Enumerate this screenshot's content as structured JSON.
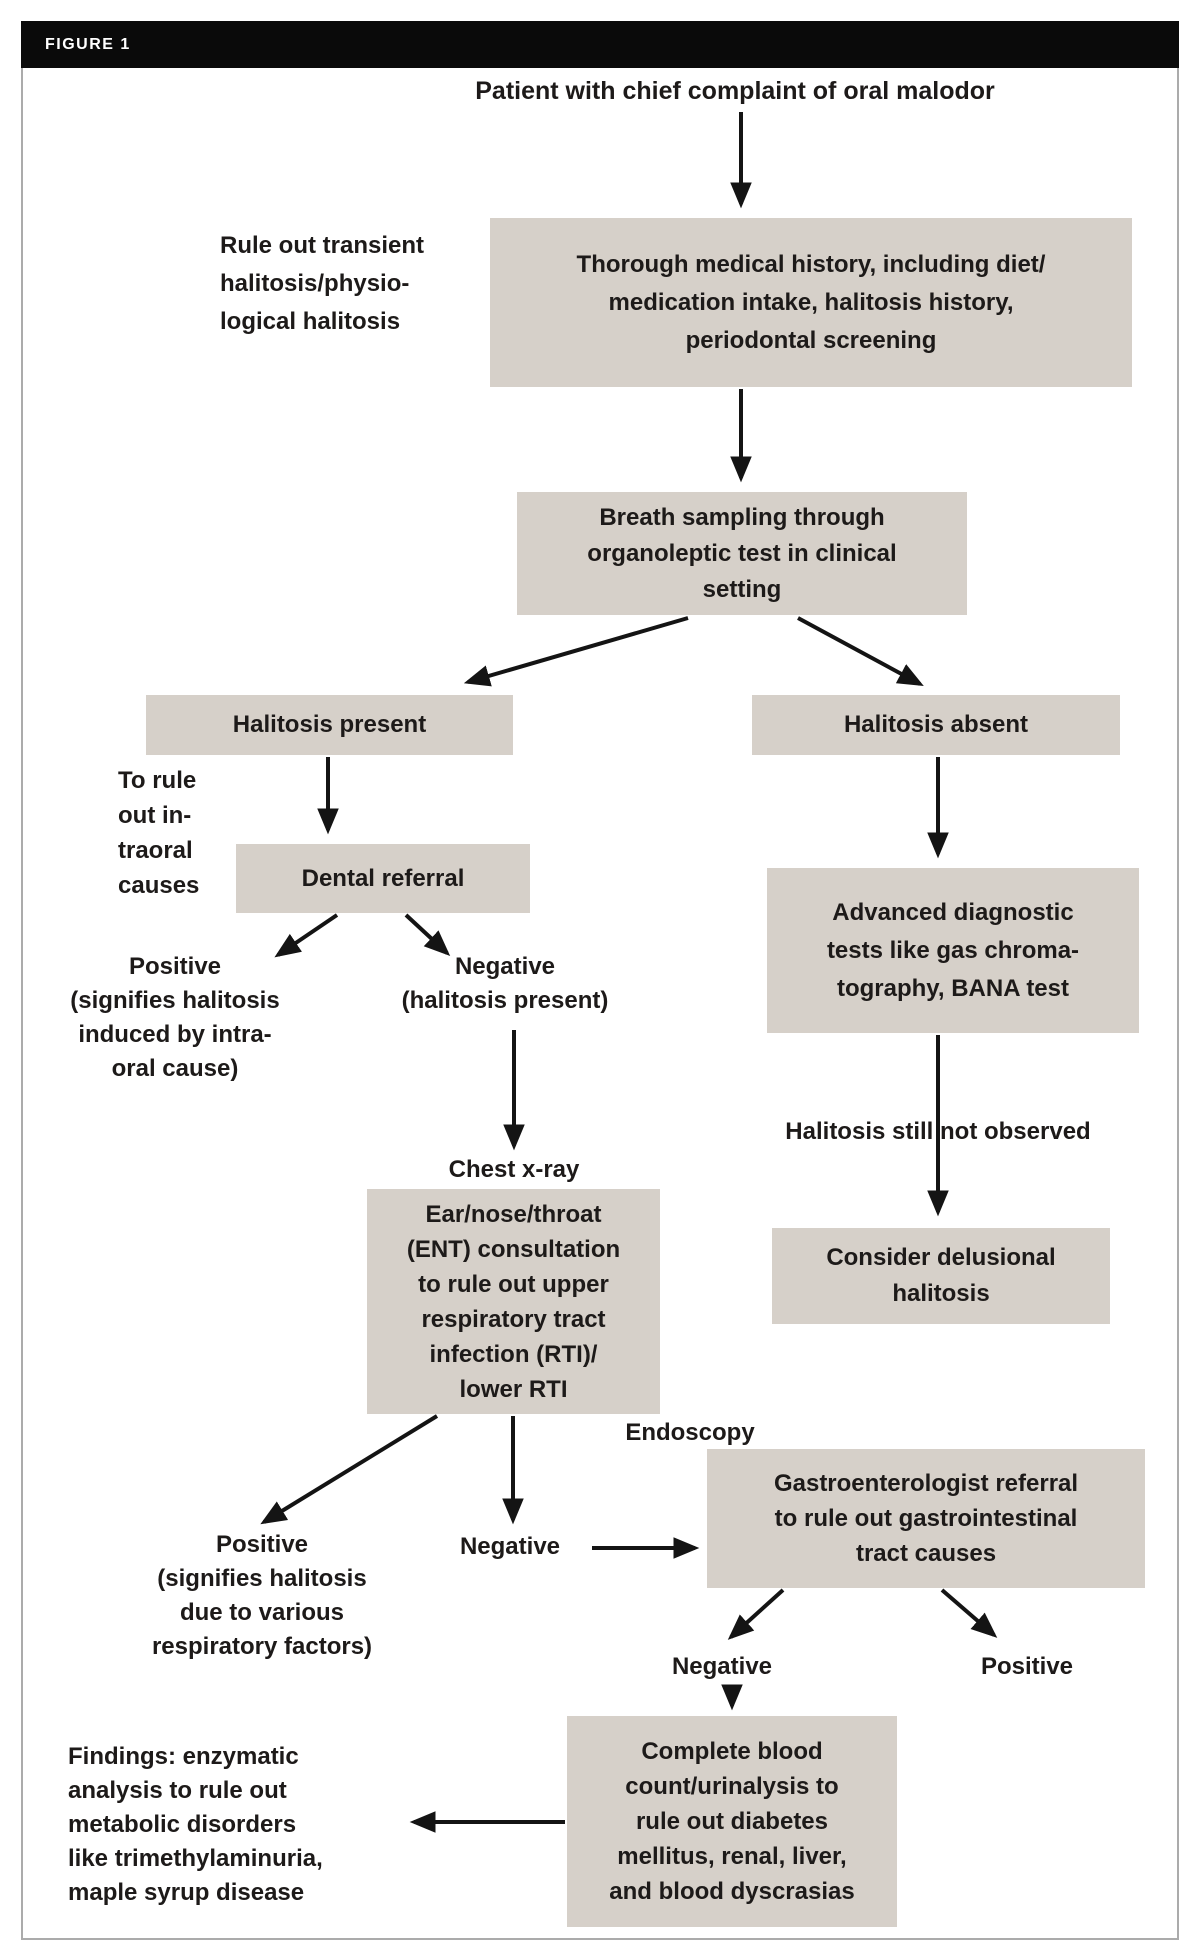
{
  "figure_label": "FIGURE 1",
  "colors": {
    "box_fill": "#d6d0c9",
    "bar": "#0a0a0a",
    "border": "#ababab",
    "text": "#1d1a19",
    "arrow": "#141414"
  },
  "nodes": {
    "title": "Patient with chief complaint of oral malodor",
    "medical_history_box": "Thorough medical history, including diet/\nmedication intake, halitosis history,\nperiodontal screening",
    "rule_out_transient_label": "Rule out transient\nhalitosis/physio-\nlogical halitosis",
    "breath_sampling_box": "Breath sampling through\norganoleptic test in clinical\nsetting",
    "halitosis_present_box": "Halitosis present",
    "halitosis_absent_box": "Halitosis absent",
    "intraoral_causes_label": "To rule\nout in-\ntraoral\ncauses",
    "dental_referral_box": "Dental referral",
    "dental_positive_label": "Positive\n(signifies halitosis\ninduced by intra-\noral cause)",
    "dental_negative_label": "Negative\n(halitosis present)",
    "advanced_tests_box": "Advanced diagnostic\ntests like gas chroma-\ntography, BANA test",
    "halitosis_not_observed_label": "Halitosis still not observed",
    "delusional_halitosis_box": "Consider delusional\nhalitosis",
    "chest_xray_label": "Chest x-ray",
    "ent_consultation_box": "Ear/nose/throat\n(ENT) consultation\nto rule out upper\nrespiratory tract\ninfection (RTI)/\nlower RTI",
    "respiratory_positive_label": "Positive\n(signifies halitosis\ndue to various\nrespiratory factors)",
    "ent_negative_label": "Negative",
    "endoscopy_label": "Endoscopy",
    "gastro_referral_box": "Gastroenterologist referral\nto rule out gastrointestinal\ntract causes",
    "gastro_negative_label": "Negative",
    "gastro_positive_label": "Positive",
    "cbc_box": "Complete blood\ncount/urinalysis to\nrule out diabetes\nmellitus, renal, liver,\nand blood dyscrasias",
    "findings_label": "Findings: enzymatic\nanalysis to rule out\nmetabolic disorders\nlike trimethylaminuria,\nmaple syrup disease"
  }
}
